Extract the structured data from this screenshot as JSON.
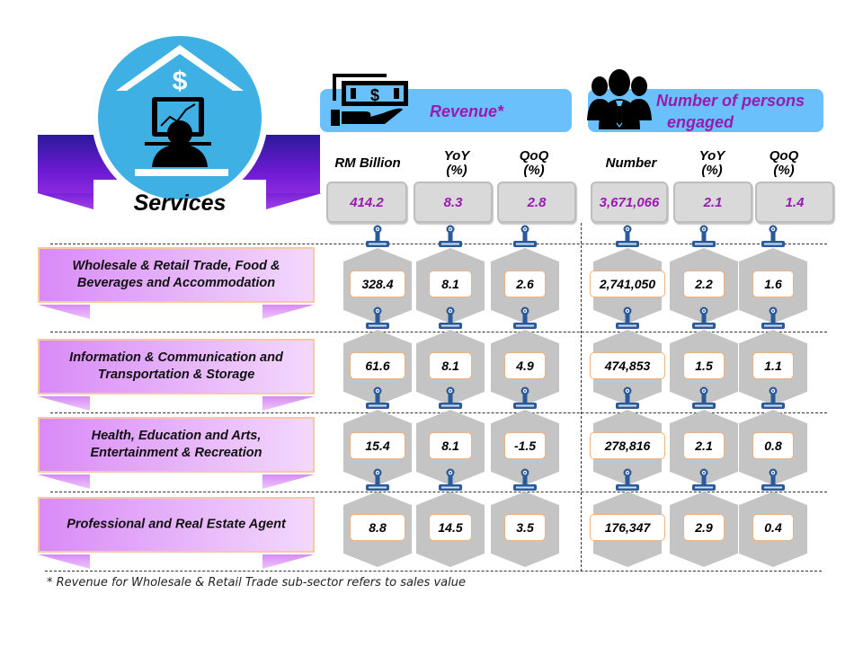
{
  "title": "Services",
  "sections": {
    "revenue": {
      "title": "Revenue*",
      "icon": "money-hand-icon",
      "columns": [
        {
          "label_line1": "RM Billion",
          "label_line2": ""
        },
        {
          "label_line1": "YoY",
          "label_line2": "(%)"
        },
        {
          "label_line1": "QoQ",
          "label_line2": "(%)"
        }
      ],
      "totals": [
        "414.2",
        "8.3",
        "2.8"
      ]
    },
    "persons": {
      "title_line1": "Number of persons",
      "title_line2": "engaged",
      "icon": "people-group-icon",
      "columns": [
        {
          "label_line1": "Number",
          "label_line2": ""
        },
        {
          "label_line1": "YoY",
          "label_line2": "(%)"
        },
        {
          "label_line1": "QoQ",
          "label_line2": "(%)"
        }
      ],
      "totals": [
        "3,671,066",
        "2.1",
        "1.4"
      ]
    }
  },
  "sectors": [
    {
      "name": "Wholesale & Retail Trade, Food & Beverages and Accommodation",
      "revenue": [
        "328.4",
        "8.1",
        "2.6"
      ],
      "persons": [
        "2,741,050",
        "2.2",
        "1.6"
      ]
    },
    {
      "name": "Information & Communication and Transportation & Storage",
      "revenue": [
        "61.6",
        "8.1",
        "4.9"
      ],
      "persons": [
        "474,853",
        "1.5",
        "1.1"
      ]
    },
    {
      "name": "Health, Education and Arts, Entertainment & Recreation",
      "revenue": [
        "15.4",
        "8.1",
        "-1.5"
      ],
      "persons": [
        "278,816",
        "2.1",
        "0.8"
      ]
    },
    {
      "name": "Professional and Real Estate Agent",
      "revenue": [
        "8.8",
        "14.5",
        "3.5"
      ],
      "persons": [
        "176,347",
        "2.9",
        "0.4"
      ]
    }
  ],
  "footnote": "* Revenue for Wholesale & Retail Trade sub-sector refers to sales value",
  "colors": {
    "accent_purple": "#9a1ab0",
    "pill_blue": "#69c0fa",
    "circle_blue": "#3fb0e4",
    "banner_purple": "#6a1ad0",
    "hex_grey": "#c4c4c4",
    "clip_blue": "#2a5a9a"
  }
}
